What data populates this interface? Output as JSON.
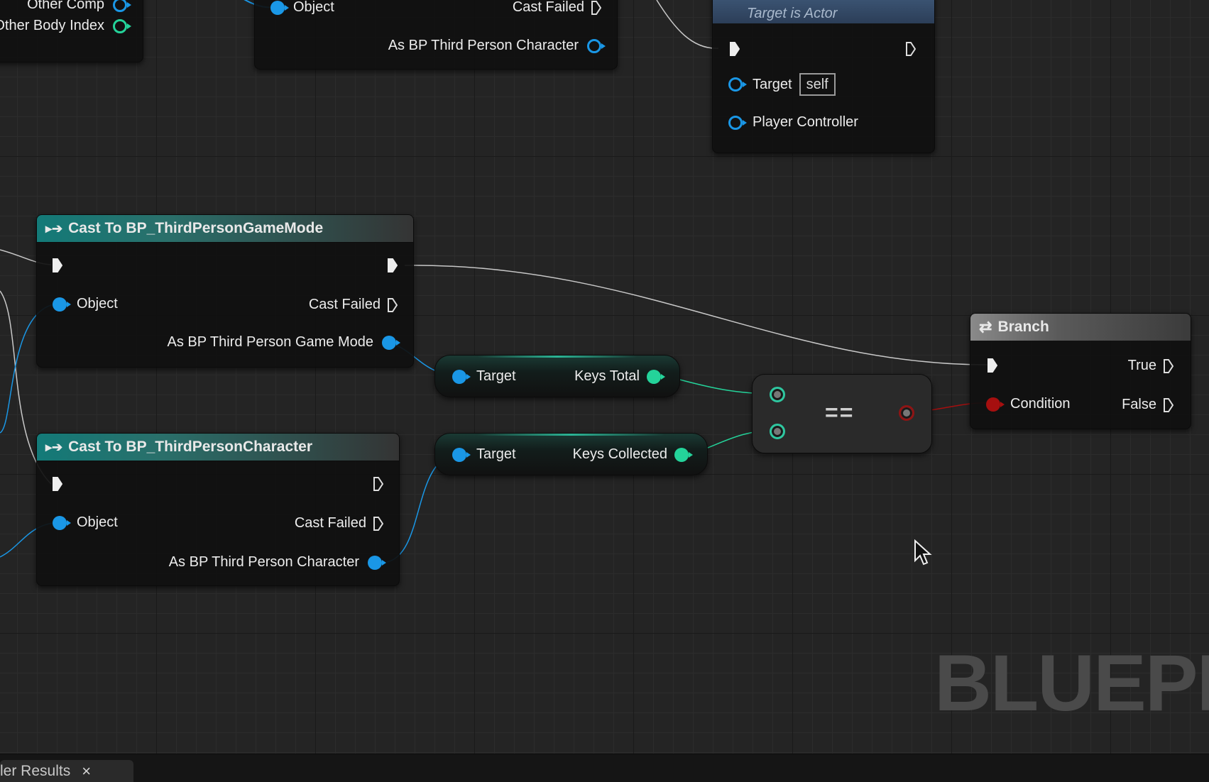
{
  "top_left_node": {
    "pin1": "Other Comp",
    "pin2": "Other Body Index"
  },
  "top_cast_node": {
    "object_pin": "Object",
    "cast_failed": "Cast Failed",
    "output_pin": "As BP Third Person Character"
  },
  "actor_node": {
    "subtitle": "Target is Actor",
    "target_label": "Target",
    "target_value": "self",
    "output_pin": "Player Controller"
  },
  "cast_game_mode": {
    "title": "Cast To BP_ThirdPersonGameMode",
    "object_pin": "Object",
    "cast_failed": "Cast Failed",
    "output_pin": "As BP Third Person Game Mode"
  },
  "cast_character": {
    "title": "Cast To BP_ThirdPersonCharacter",
    "object_pin": "Object",
    "cast_failed": "Cast Failed",
    "output_pin": "As BP Third Person Character"
  },
  "keys_total_getter": {
    "input": "Target",
    "output": "Keys Total"
  },
  "keys_collected_getter": {
    "input": "Target",
    "output": "Keys Collected"
  },
  "equals_node": {
    "symbol": "=="
  },
  "branch_node": {
    "title": "Branch",
    "condition": "Condition",
    "true_label": "True",
    "false_label": "False"
  },
  "watermark": "BLUEPR",
  "bottom_tab": {
    "label": "ler Results",
    "close": "×"
  },
  "colors": {
    "object_pin": "#1a97e6",
    "int_pin": "#24d39a",
    "bool_pin": "#a60f0f",
    "cast_header": "#137a78",
    "background": "#242424"
  }
}
